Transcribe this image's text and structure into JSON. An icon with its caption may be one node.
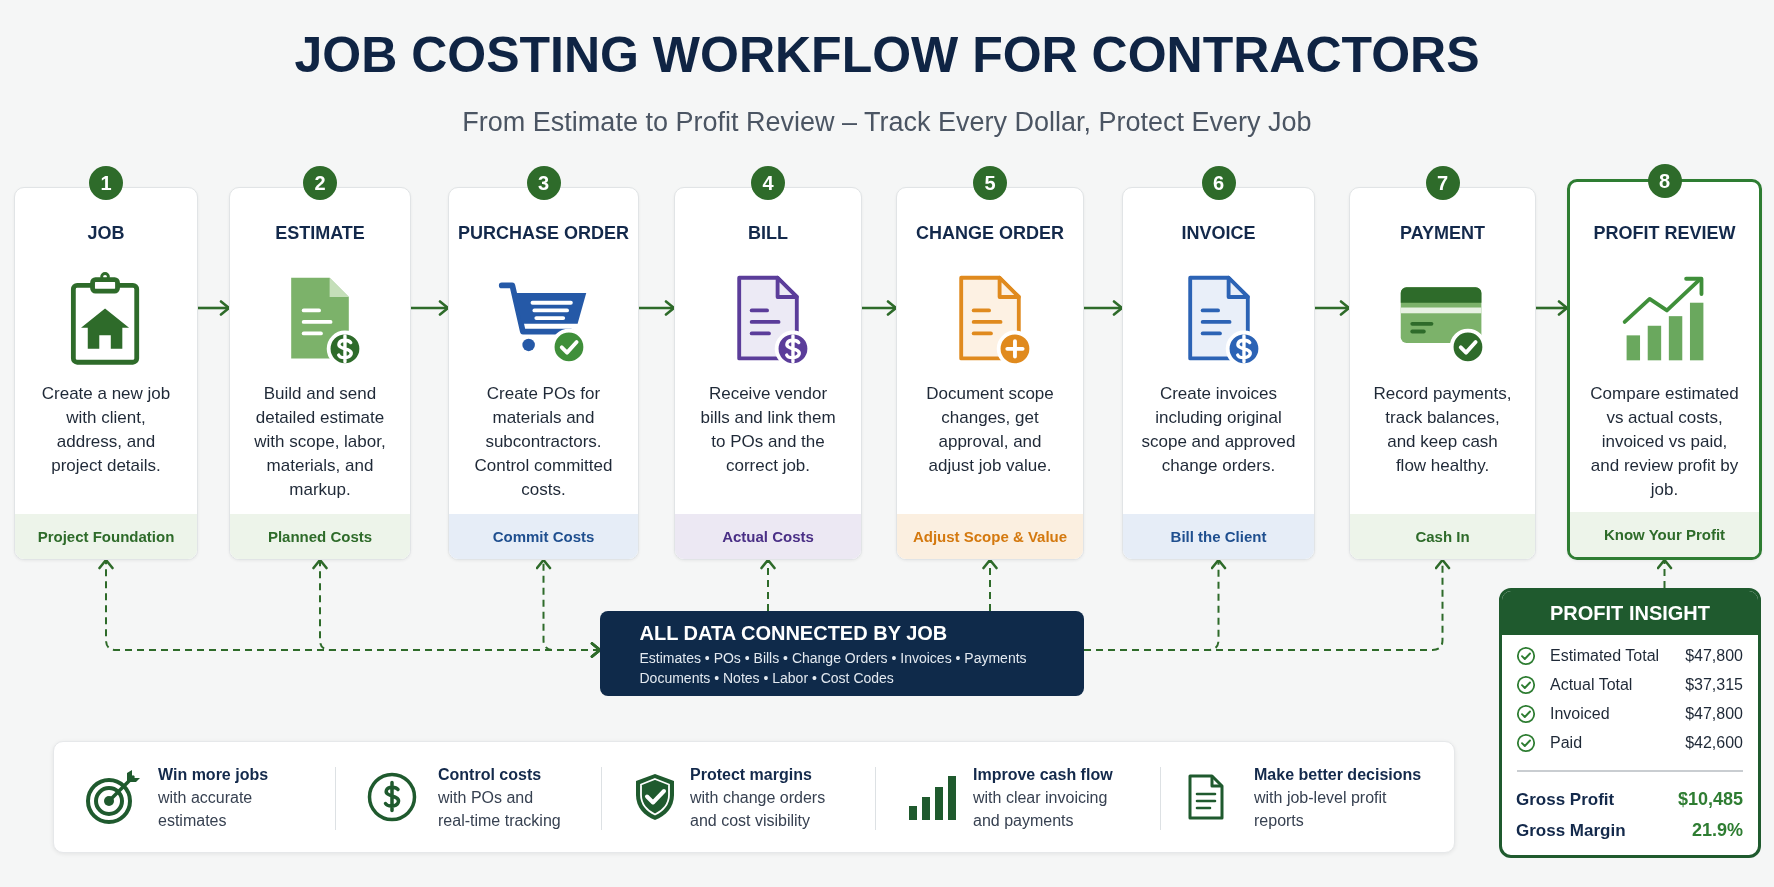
{
  "diagram": {
    "title": "JOB COSTING WORKFLOW FOR CONTRACTORS",
    "nodes": [
      {
        "text": [
          "1"
        ]
      },
      {
        "text": [
          "JOB",
          "Create a new job with client, address, and project details.",
          "Project Foundation"
        ]
      },
      {
        "text": [
          "2"
        ]
      },
      {
        "text": [
          "ESTIMATE",
          "Build and send detailed estimate with scope, labor, materials, and markup.",
          "Planned Costs"
        ]
      },
      {
        "text": [
          "3"
        ]
      },
      {
        "text": [
          "PURCHASE ORDER",
          "Create POs for materials and subcontractors. Control committed costs.",
          "Commit Costs"
        ]
      },
      {
        "text": [
          "4"
        ]
      },
      {
        "text": [
          "BILL",
          "Receive vendor bills and link them to POs and the correct job.",
          "Actual Costs"
        ]
      },
      {
        "text": [
          "5"
        ]
      },
      {
        "text": [
          "CHANGE ORDER",
          "Document scope changes, get approval, and adjust job value.",
          "Adjust Scope & Value"
        ]
      },
      {
        "text": [
          "6"
        ]
      },
      {
        "text": [
          "INVOICE",
          "Create invoices including original scope and approved change orders.",
          "Bill the Client"
        ]
      },
      {
        "text": [
          "7"
        ]
      },
      {
        "text": [
          "PAYMENT",
          "Record payments, track balances, and keep cash flow healthy.",
          "Cash In"
        ]
      },
      {
        "text": [
          "8"
        ]
      },
      {
        "text": [
          "PROFIT REVIEW",
          "Compare estimated vs actual costs, invoiced vs paid, and review profit by job.",
          "Know Your Profit"
        ]
      },
      {
        "text": [
          "ALL DATA CONNECTED BY JOB",
          "Estimates • POs • Bills • Change Orders • Invoices • Payments Documents • Notes • Labor • Cost Codes"
        ]
      },
      {
        "text": [
          "PROFIT INSIGHT",
          "Estimated Total",
          "$47,800",
          "Actual Total",
          "$37,315",
          "Invoiced",
          "$47,800",
          "Paid",
          "$42,600",
          "Gross Profit",
          "$10,485",
          "Gross Margin",
          "21.9%"
        ]
      },
      {
        "text": [
          "Win more jobs",
          "with accurate estimates",
          "Control costs",
          "with POs and real-time tracking",
          "Protect margins",
          "with change orders and cost visibility",
          "Improve cash flow",
          "with clear invoicing and payments",
          "Make better decisions",
          "with job-level profit reports"
        ]
      }
    ],
    "edges": [
      {
        "from": 1,
        "to": 3,
        "arrow": "to"
      },
      {
        "from": 3,
        "to": 5,
        "arrow": "to"
      },
      {
        "from": 5,
        "to": 7,
        "arrow": "to"
      },
      {
        "from": 7,
        "to": 9,
        "arrow": "to"
      },
      {
        "from": 9,
        "to": 11,
        "arrow": "to"
      },
      {
        "from": 11,
        "to": 13,
        "arrow": "to"
      },
      {
        "from": 13,
        "to": 15,
        "arrow": "to"
      },
      {
        "from": 16,
        "to": 1,
        "arrow": "both",
        "style": "dashed"
      },
      {
        "from": 16,
        "to": 3,
        "arrow": "both",
        "style": "dashed"
      },
      {
        "from": 16,
        "to": 5,
        "arrow": "both",
        "style": "dashed"
      },
      {
        "from": 16,
        "to": 7,
        "arrow": "to",
        "style": "dashed"
      },
      {
        "from": 16,
        "to": 9,
        "arrow": "to",
        "style": "dashed"
      },
      {
        "from": 16,
        "to": 11,
        "arrow": "to",
        "style": "dashed"
      },
      {
        "from": 16,
        "to": 13,
        "arrow": "to",
        "style": "dashed"
      },
      {
        "from": 17,
        "to": 15,
        "arrow": "to",
        "style": "dashed"
      }
    ],
    "labels": [
      "From Estimate to Profit Review – Track Every Dollar, Protect Every Job"
    ]
  }
}
